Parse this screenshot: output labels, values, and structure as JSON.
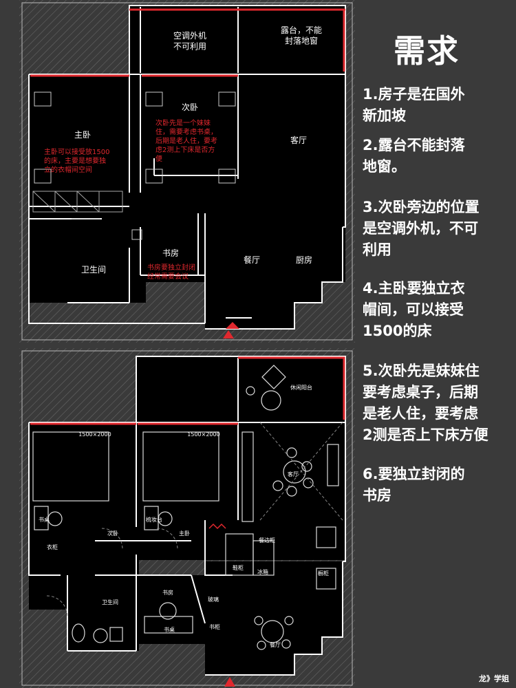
{
  "plan_top": {
    "rooms": [
      {
        "name": "ac",
        "text": "空调外机\n不可利用"
      },
      {
        "name": "balcony",
        "text": "露台，不能\n封落地窗"
      },
      {
        "name": "master",
        "text": "主卧"
      },
      {
        "name": "second",
        "text": "次卧"
      },
      {
        "name": "living",
        "text": "客厅"
      },
      {
        "name": "study",
        "text": "书房"
      },
      {
        "name": "bath",
        "text": "卫生间"
      },
      {
        "name": "dining",
        "text": "餐厅"
      },
      {
        "name": "kitchen",
        "text": "厨房"
      }
    ],
    "notes": [
      {
        "name": "master",
        "text": "主卧可以接受放1500\n的床，主要是想要独\n立的衣帽间空间"
      },
      {
        "name": "second",
        "text": "次卧先是一个妹妹\n住，需要考虑书桌，\n后期是老人住，要考\n虑2测上下床是否方\n便"
      },
      {
        "name": "study",
        "text": "书房要独立封闭\n经常需要会议"
      }
    ]
  },
  "plan_bottom": {
    "labels": [
      {
        "name": "leisure-balcony",
        "text": "休闲阳台"
      },
      {
        "name": "living",
        "text": "客厅"
      },
      {
        "name": "dining",
        "text": "餐厅"
      },
      {
        "name": "study",
        "text": "书房"
      },
      {
        "name": "master-bed",
        "text": "主卧"
      },
      {
        "name": "second-bed",
        "text": "次卧"
      },
      {
        "name": "bath",
        "text": "卫生间"
      },
      {
        "name": "glass",
        "text": "玻璃"
      },
      {
        "name": "desk",
        "text": "书桌"
      },
      {
        "name": "bookshelf",
        "text": "书柜"
      },
      {
        "name": "cabinet",
        "text": "橱柜"
      },
      {
        "name": "fridge",
        "text": "冰箱"
      },
      {
        "name": "wardrobe",
        "text": "衣柜"
      },
      {
        "name": "shoe-cabinet",
        "text": "鞋柜"
      },
      {
        "name": "sideboard",
        "text": "餐边柜"
      },
      {
        "name": "desk-small-1",
        "text": "书桌"
      },
      {
        "name": "desk-small-2",
        "text": "梳妆台"
      },
      {
        "name": "bed-size-1",
        "text": "1500×2000"
      },
      {
        "name": "bed-size-2",
        "text": "1500×2000"
      }
    ]
  },
  "requirements": {
    "title": "需求",
    "items": [
      "1.房子是在国外\n新加坡",
      "2.露台不能封落\n地窗。",
      "3.次卧旁边的位置\n是空调外机，不可\n利用",
      "4.主卧要独立衣\n帽间，可以接受\n1500的床",
      "5.次卧先是妹妹住\n要考虑桌子，后期\n是老人住，要考虑\n2测是否上下床方便",
      "6.要独立封闭的\n书房"
    ]
  },
  "credit": "龙》学姐",
  "colors": {
    "background": "#3a3a3a",
    "floor": "#000000",
    "wall": "#ffffff",
    "accent": "#e0282e"
  }
}
